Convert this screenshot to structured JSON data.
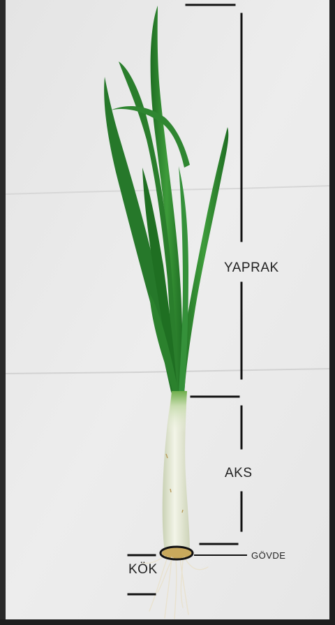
{
  "labels": {
    "leaf": "YAPRAK",
    "axis": "AKS",
    "stem": "GÖVDE",
    "root": "KÖK"
  },
  "colors": {
    "background_paper": "#ebebeb",
    "leaf_green": "#2e8a2e",
    "stalk_white": "#e8ecd6",
    "annotation_ink": "#111111"
  }
}
